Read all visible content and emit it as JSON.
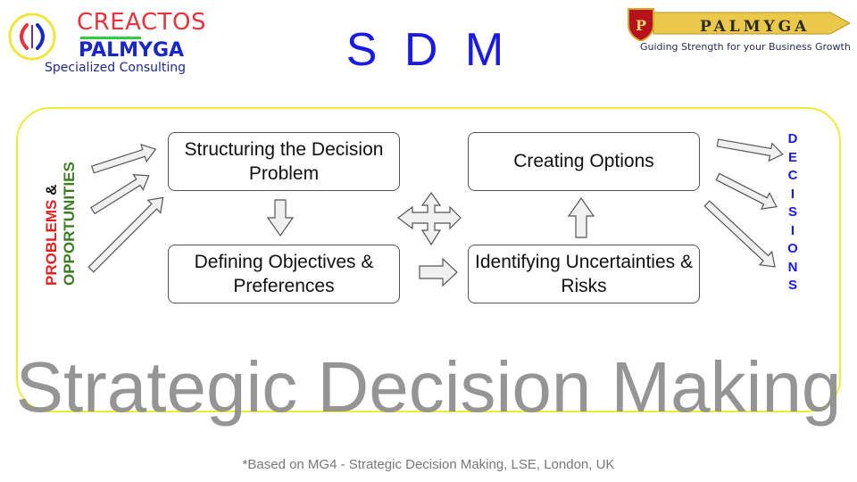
{
  "logo_left": {
    "icon": "c-bracket-logo-icon",
    "brand_top": "CREACTOS",
    "brand_bottom": "PALMYGA",
    "tagline": "Specialized Consulting",
    "colors": {
      "red": "#e8323c",
      "blue": "#1a27c8",
      "green": "#2ecc40"
    }
  },
  "logo_right": {
    "icon": "crest-shield-icon",
    "name": "PALMYGA",
    "tagline": "Guiding Strength for your Business Growth",
    "colors": {
      "arrow_gold": "#e9c84a",
      "crest_red": "#b5121b"
    }
  },
  "title": "S D M",
  "input_label": {
    "problems": "PROBLEMS",
    "amp": "&",
    "opportunities": "OPPORTUNITIES"
  },
  "process": {
    "structuring": "Structuring the Decision Problem",
    "objectives": "Defining Objectives & Preferences",
    "options": "Creating Options",
    "uncertainties": "Identifying Uncertainties & Risks"
  },
  "output_letters": [
    "D",
    "E",
    "C",
    "I",
    "S",
    "I",
    "O",
    "N",
    "S"
  ],
  "subtitle": "Strategic Decision Making",
  "footer": "*Based on MG4 - Strategic Decision Making, LSE, London, UK",
  "theme": {
    "frame": "#f2ea3b",
    "title_blue": "#1a1ae6",
    "arrow_fill": "#f0f0f0",
    "arrow_stroke": "#555555"
  }
}
